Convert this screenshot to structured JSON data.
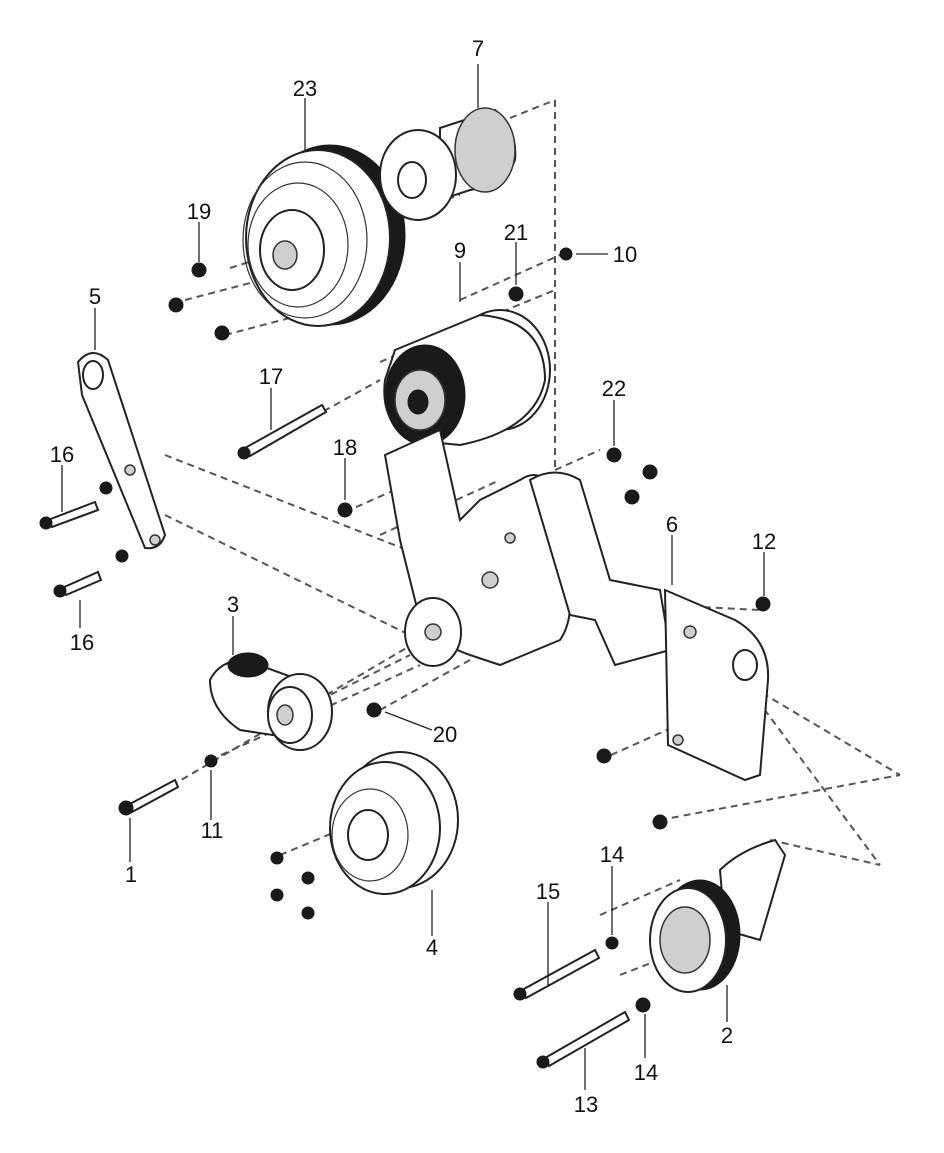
{
  "diagram": {
    "callouts": [
      "1",
      "2",
      "3",
      "4",
      "5",
      "6",
      "7",
      "9",
      "10",
      "11",
      "12",
      "13",
      "14",
      "14",
      "15",
      "16",
      "16",
      "17",
      "18",
      "19",
      "20",
      "21",
      "22",
      "23"
    ]
  }
}
